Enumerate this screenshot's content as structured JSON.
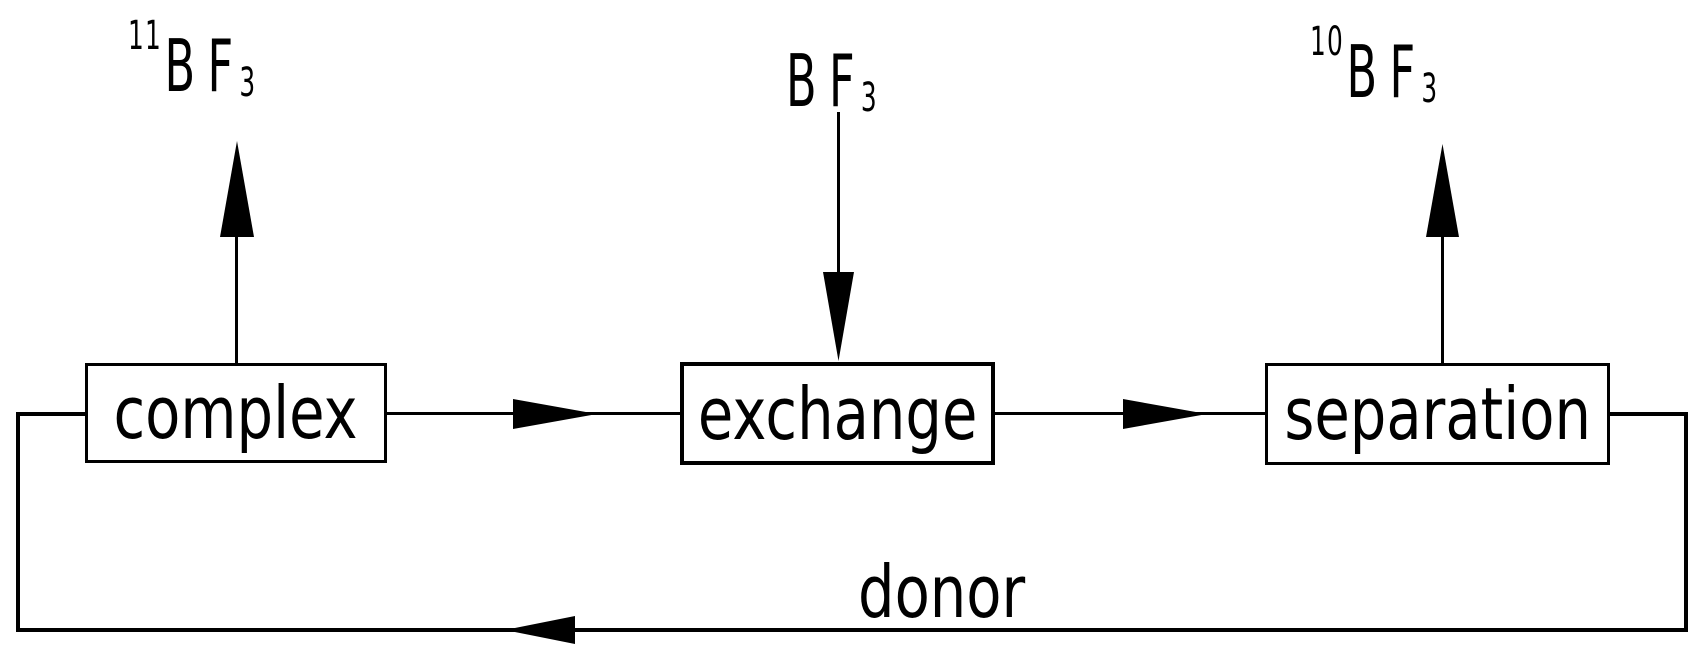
{
  "diagram": {
    "colors": {
      "line": "#000000",
      "background": "#ffffff"
    },
    "boxes": [
      {
        "id": "complex",
        "label": "complex"
      },
      {
        "id": "exchange",
        "label": "exchange"
      },
      {
        "id": "separation",
        "label": "separation"
      }
    ],
    "stream_labels": {
      "bf3_11": {
        "superscript": "11",
        "base": "BF",
        "subscript": "3"
      },
      "bf3_feed": {
        "base": "BF",
        "subscript": "3"
      },
      "bf3_10": {
        "superscript": "10",
        "base": "BF",
        "subscript": "3"
      },
      "donor": "donor"
    },
    "edges": [
      {
        "from": "complex",
        "to": "11BF3",
        "direction": "up"
      },
      {
        "from": "BF3 feed",
        "to": "exchange",
        "direction": "down"
      },
      {
        "from": "complex",
        "to": "exchange",
        "direction": "right"
      },
      {
        "from": "exchange",
        "to": "separation",
        "direction": "right"
      },
      {
        "from": "separation",
        "to": "10BF3",
        "direction": "up"
      },
      {
        "from": "separation",
        "to": "complex",
        "direction": "left",
        "label": "donor"
      }
    ]
  }
}
